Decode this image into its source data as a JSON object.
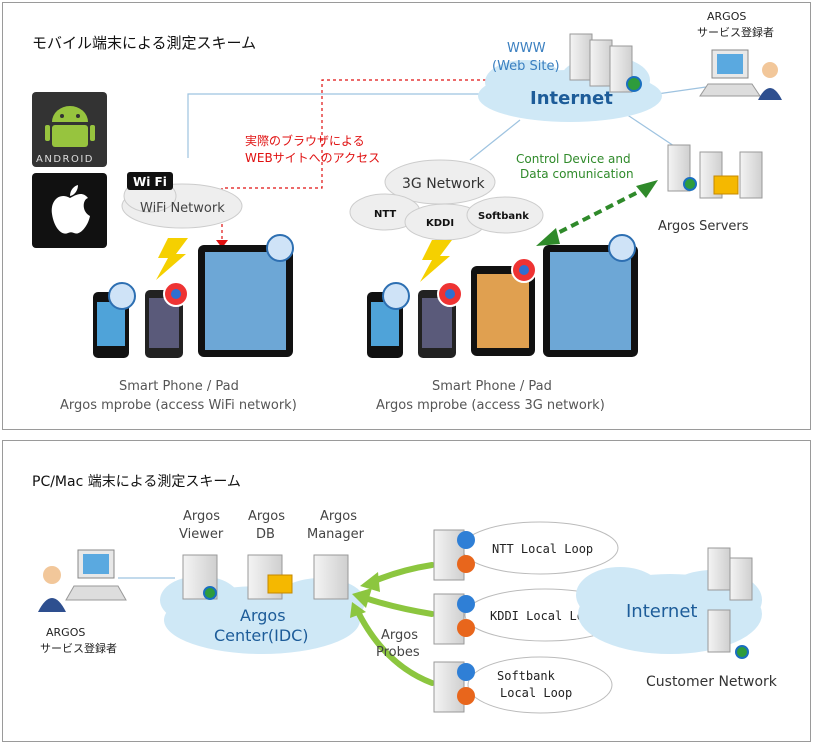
{
  "top": {
    "title": "モバイル端末による測定スキーム",
    "www_label": "WWW",
    "website_label": "(Web Site)",
    "internet_label": "Internet",
    "argos_user_line1": "ARGOS",
    "argos_user_line2": "サービス登録者",
    "browser_note_line1": "実際のブラウザによる",
    "browser_note_line2": "WEBサイトへのアクセス",
    "control_line1": "Control Device and",
    "control_line2": "Data comunication",
    "argos_servers_label": "Argos Servers",
    "network_3g_label": "3G Network",
    "carrier_ntt": "NTT",
    "carrier_kddi": "KDDI",
    "carrier_softbank": "Softbank",
    "wifi_badge": "Wi Fi",
    "wifi_network_label": "WiFi Network",
    "android_label": "ANDROID",
    "left_caption_line1": "Smart Phone / Pad",
    "left_caption_line2": "Argos mprobe (access WiFi network)",
    "right_caption_line1": "Smart Phone / Pad",
    "right_caption_line2": "Argos mprobe (access 3G network)"
  },
  "bottom": {
    "title": "PC/Mac 端末による測定スキーム",
    "argos_user_line1": "ARGOS",
    "argos_user_line2": "サービス登録者",
    "viewer_line1": "Argos",
    "viewer_line2": "Viewer",
    "db_line1": "Argos",
    "db_line2": "DB",
    "manager_line1": "Argos",
    "manager_line2": "Manager",
    "center_line1": "Argos",
    "center_line2": "Center(IDC)",
    "probes_line1": "Argos",
    "probes_line2": "Probes",
    "loop_ntt": "NTT Local Loop",
    "loop_kddi": "KDDI Local Loop",
    "loop_softbank_line1": "Softbank",
    "loop_softbank_line2": "Local Loop",
    "internet_label": "Internet",
    "customer_network_label": "Customer Network"
  },
  "colors": {
    "cloud": "#cfe8f6",
    "internet_text": "#1d5c99",
    "annotation_red": "#e01010",
    "control_green": "#2f8a2a",
    "probe_arrow": "#8cc63f"
  }
}
